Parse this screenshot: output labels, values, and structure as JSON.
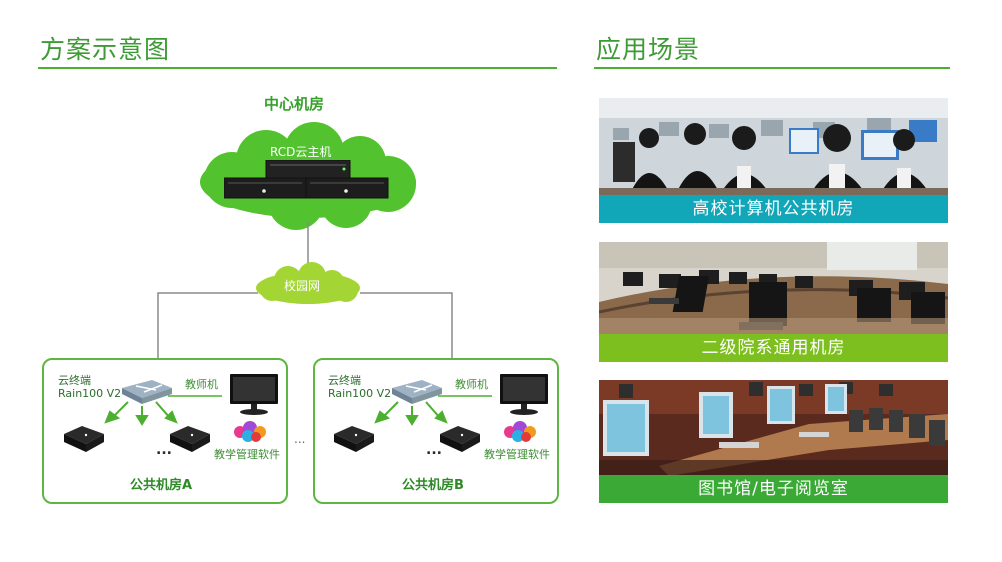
{
  "left_section": {
    "title": "方案示意图",
    "center": {
      "title": "中心机房",
      "cloud_label": "RCD云主机"
    },
    "campus_net": "校园网",
    "room_a": {
      "title": "公共机房A",
      "terminal_label_1": "云终端",
      "terminal_label_2": "Rain100 V2",
      "teacher_label": "教师机",
      "software_label": "教学管理软件",
      "dots": "..."
    },
    "room_b": {
      "title": "公共机房B",
      "terminal_label_1": "云终端",
      "terminal_label_2": "Rain100 V2",
      "teacher_label": "教师机",
      "software_label": "教学管理软件",
      "dots": "..."
    },
    "between_dots": "..."
  },
  "right_section": {
    "title": "应用场景",
    "scenes": [
      {
        "label": "高校计算机公共机房",
        "bar_color": "#12a7b8"
      },
      {
        "label": "二级院系通用机房",
        "bar_color": "#7dbf1f"
      },
      {
        "label": "图书馆/电子阅览室",
        "bar_color": "#3aa935"
      }
    ]
  },
  "colors": {
    "accent_green": "#4caf30",
    "cloud_green": "#53c22f",
    "campus_cloud": "#a3d634"
  }
}
